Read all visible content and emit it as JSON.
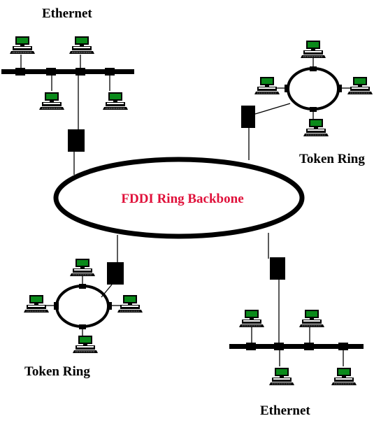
{
  "labels": {
    "ethernet_top": "Ethernet",
    "ethernet_bottom": "Ethernet",
    "token_ring_right": "Token Ring",
    "token_ring_left": "Token Ring",
    "backbone": "FDDI Ring Backbone"
  },
  "colors": {
    "backbone_label": "#e0103a",
    "screen": "#0a8a1a",
    "line": "#000000"
  },
  "icons": {
    "computer": "workstation-icon",
    "bridge": "bridge-device-icon"
  }
}
